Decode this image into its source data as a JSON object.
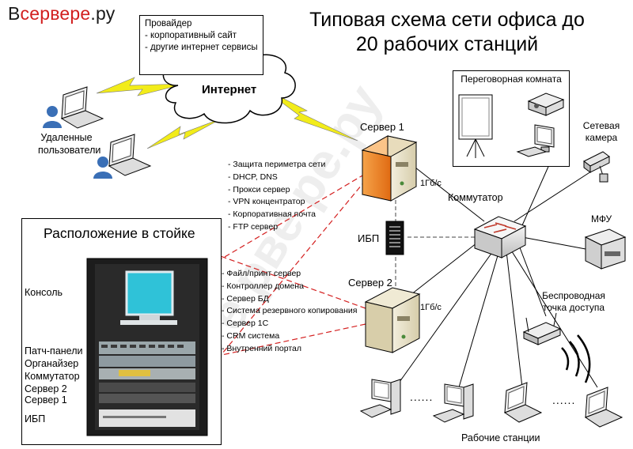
{
  "logo": {
    "prefix": "В",
    "brand": "сервере",
    "suffix": ".ру"
  },
  "title": {
    "line1": "Типовая схема сети офиса до",
    "line2": "20 рабочих станций"
  },
  "provider": {
    "title": "Провайдер",
    "items": [
      "- корпоративный сайт",
      "- другие интернет сервисы"
    ]
  },
  "internet": "Интернет",
  "remote_users": {
    "line1": "Удаленные",
    "line2": "пользователи"
  },
  "server1": {
    "label": "Сервер 1",
    "link": "1Гб/с",
    "services": [
      "- Защита периметра сети",
      "- DHCP, DNS",
      "- Прокси сервер",
      "- VPN концентратор",
      "- Корпоративная почта",
      "- FTP сервер"
    ]
  },
  "server2": {
    "label": "Сервер 2",
    "link": "1Гб/с",
    "services": [
      "- Файл/принт сервер",
      "- Контроллер домена",
      "- Сервер БД",
      "- Система резервного копирования",
      "- Сервер 1С",
      "- CRM система",
      "- Внутренний портал"
    ]
  },
  "ups": "ИБП",
  "switch": "Коммутатор",
  "meeting_room": "Переговорная комната",
  "camera": {
    "line1": "Сетевая",
    "line2": "камера"
  },
  "mfu": "МФУ",
  "wifi": {
    "line1": "Беспроводная",
    "line2": "точка доступа"
  },
  "workstations": "Рабочие станции",
  "ellipsis": "......",
  "rack": {
    "title": "Расположение в стойке",
    "labels": [
      "Консоль",
      "Патч-панели",
      "Органайзер",
      "Коммутатор",
      "Сервер 2",
      "Сервер 1",
      "ИБП"
    ]
  },
  "colors": {
    "server1_orange": "#f08a2a",
    "server_beige": "#e9e1c5",
    "dash_red": "#d42020",
    "lightning": "#f2ec1a",
    "logo_red": "#d21f1f",
    "monitor_cyan": "#2fc2d8"
  }
}
